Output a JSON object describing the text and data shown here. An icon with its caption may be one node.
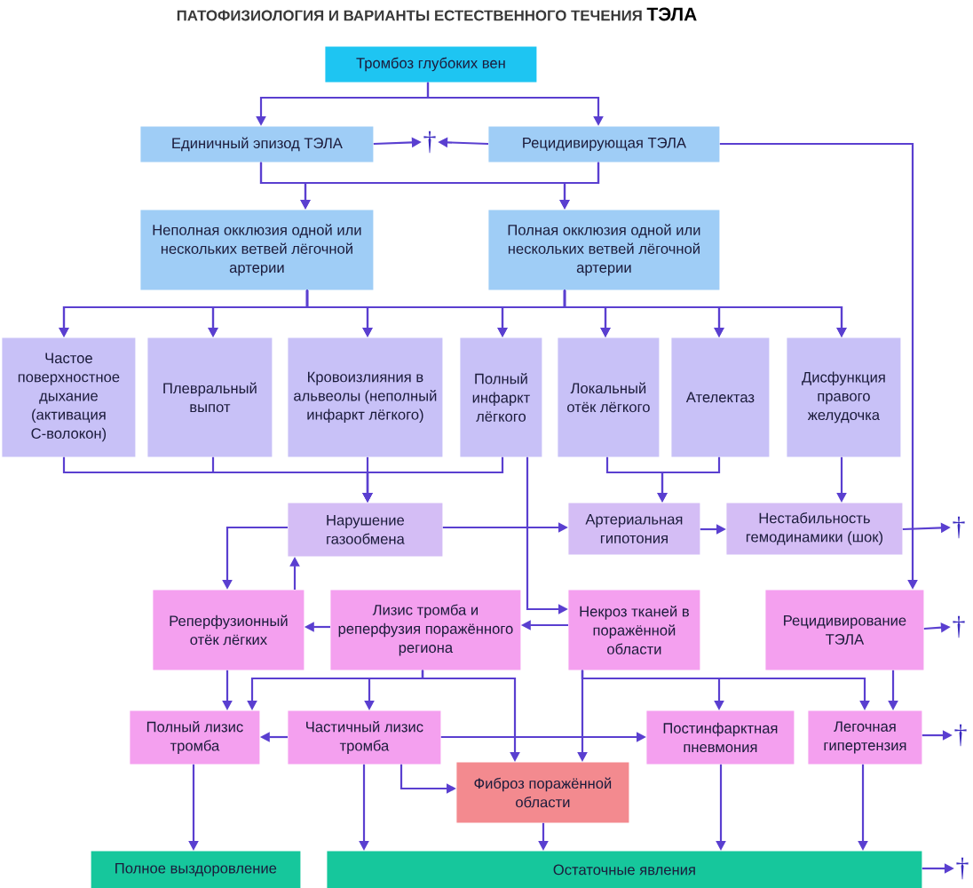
{
  "diagram": {
    "title": "ПАТОФИЗИОЛОГИЯ И ВАРИАНТЫ ЕСТЕСТВЕННОГО ТЕЧЕНИЯ **ТЭЛА**",
    "nodes": [
      {
        "text": [
          "Тромбоз глубоких вен"
        ]
      },
      {
        "text": [
          "Единичный эпизод ТЭЛА"
        ]
      },
      {
        "text": [
          "†"
        ]
      },
      {
        "text": [
          "Рецидивирующая ТЭЛА"
        ]
      },
      {
        "text": [
          "Неполная окклюзия одной или нескольких ветвей лёгочной артерии"
        ]
      },
      {
        "text": [
          "Полная окклюзия одной или нескольких ветвей лёгочной артерии"
        ]
      },
      {
        "text": [
          "Частое поверхностное дыхание (активация С-волокон)"
        ]
      },
      {
        "text": [
          "Плевральный выпот"
        ]
      },
      {
        "text": [
          "Кровоизлияния в альвеолы (неполный инфаркт лёгкого)"
        ]
      },
      {
        "text": [
          "Полный инфаркт лёгкого"
        ]
      },
      {
        "text": [
          "Локальный отёк лёгкого"
        ]
      },
      {
        "text": [
          "Ателектаз"
        ]
      },
      {
        "text": [
          "Дисфункция правого желудочка"
        ]
      },
      {
        "text": [
          "Нарушение газообмена"
        ]
      },
      {
        "text": [
          "Артериальная гипотония"
        ]
      },
      {
        "text": [
          "Нестабильность гемодинамики (шок)"
        ]
      },
      {
        "text": [
          "†"
        ]
      },
      {
        "text": [
          "Реперфузионный отёк лёгких"
        ]
      },
      {
        "text": [
          "Лизис тромба и реперфузия поражённого региона"
        ]
      },
      {
        "text": [
          "Некроз тканей в поражённой области"
        ]
      },
      {
        "text": [
          "Рецидивирование ТЭЛА"
        ]
      },
      {
        "text": [
          "†"
        ]
      },
      {
        "text": [
          "Полный лизис тромба"
        ]
      },
      {
        "text": [
          "Частичный лизис тромба"
        ]
      },
      {
        "text": [
          "Постинфарктная пневмония"
        ]
      },
      {
        "text": [
          "Легочная гипертензия"
        ]
      },
      {
        "text": [
          "†"
        ]
      },
      {
        "text": [
          "Фиброз поражённой области"
        ]
      },
      {
        "text": [
          "Полное выздоровление"
        ]
      },
      {
        "text": [
          "Остаточные явления"
        ]
      },
      {
        "text": [
          "†"
        ]
      }
    ],
    "edges": [
      {
        "from": 0,
        "to": 1,
        "arrow": "to"
      },
      {
        "from": 0,
        "to": 3,
        "arrow": "to"
      },
      {
        "from": 1,
        "to": 2,
        "arrow": "to"
      },
      {
        "from": 3,
        "to": 2,
        "arrow": "to"
      },
      {
        "from": 1,
        "to": 4,
        "arrow": "to"
      },
      {
        "from": 1,
        "to": 5,
        "arrow": "to"
      },
      {
        "from": 3,
        "to": 4,
        "arrow": "to"
      },
      {
        "from": 3,
        "to": 5,
        "arrow": "to"
      },
      {
        "from": 4,
        "to": 6,
        "arrow": "to"
      },
      {
        "from": 4,
        "to": 7,
        "arrow": "to"
      },
      {
        "from": 4,
        "to": 8,
        "arrow": "to"
      },
      {
        "from": 4,
        "to": 9,
        "arrow": "to"
      },
      {
        "from": 4,
        "to": 10,
        "arrow": "to"
      },
      {
        "from": 4,
        "to": 11,
        "arrow": "to"
      },
      {
        "from": 4,
        "to": 12,
        "arrow": "to"
      },
      {
        "from": 5,
        "to": 6,
        "arrow": "to"
      },
      {
        "from": 5,
        "to": 7,
        "arrow": "to"
      },
      {
        "from": 5,
        "to": 8,
        "arrow": "to"
      },
      {
        "from": 5,
        "to": 9,
        "arrow": "to"
      },
      {
        "from": 5,
        "to": 10,
        "arrow": "to"
      },
      {
        "from": 5,
        "to": 11,
        "arrow": "to"
      },
      {
        "from": 5,
        "to": 12,
        "arrow": "to"
      },
      {
        "from": 6,
        "to": 13,
        "arrow": "to"
      },
      {
        "from": 7,
        "to": 13,
        "arrow": "to"
      },
      {
        "from": 8,
        "to": 13,
        "arrow": "to"
      },
      {
        "from": 9,
        "to": 13,
        "arrow": "to"
      },
      {
        "from": 9,
        "to": 19,
        "arrow": "to"
      },
      {
        "from": 10,
        "to": 14,
        "arrow": "to"
      },
      {
        "from": 11,
        "to": 14,
        "arrow": "to"
      },
      {
        "from": 12,
        "to": 15,
        "arrow": "to"
      },
      {
        "from": 13,
        "to": 14,
        "arrow": "to"
      },
      {
        "from": 14,
        "to": 15,
        "arrow": "to"
      },
      {
        "from": 15,
        "to": 16,
        "arrow": "to"
      },
      {
        "from": 3,
        "to": 20,
        "arrow": "to"
      },
      {
        "from": 13,
        "to": 17,
        "arrow": "to"
      },
      {
        "from": 17,
        "to": 13,
        "arrow": "to"
      },
      {
        "from": 18,
        "to": 17,
        "arrow": "to"
      },
      {
        "from": 19,
        "to": 18,
        "arrow": "to"
      },
      {
        "from": 20,
        "to": 21,
        "arrow": "to"
      },
      {
        "from": 17,
        "to": 22,
        "arrow": "to"
      },
      {
        "from": 18,
        "to": 22,
        "arrow": "to"
      },
      {
        "from": 18,
        "to": 23,
        "arrow": "to"
      },
      {
        "from": 18,
        "to": 27,
        "arrow": "to"
      },
      {
        "from": 19,
        "to": 27,
        "arrow": "to"
      },
      {
        "from": 19,
        "to": 24,
        "arrow": "to"
      },
      {
        "from": 19,
        "to": 25,
        "arrow": "to"
      },
      {
        "from": 20,
        "to": 25,
        "arrow": "to"
      },
      {
        "from": 23,
        "to": 22,
        "arrow": "to"
      },
      {
        "from": 23,
        "to": 24,
        "arrow": "to"
      },
      {
        "from": 23,
        "to": 27,
        "arrow": "to"
      },
      {
        "from": 25,
        "to": 26,
        "arrow": "to"
      },
      {
        "from": 22,
        "to": 28,
        "arrow": "to"
      },
      {
        "from": 23,
        "to": 29,
        "arrow": "to"
      },
      {
        "from": 27,
        "to": 29,
        "arrow": "to"
      },
      {
        "from": 24,
        "to": 29,
        "arrow": "to"
      },
      {
        "from": 25,
        "to": 29,
        "arrow": "to"
      },
      {
        "from": 29,
        "to": 30,
        "arrow": "to"
      }
    ]
  }
}
